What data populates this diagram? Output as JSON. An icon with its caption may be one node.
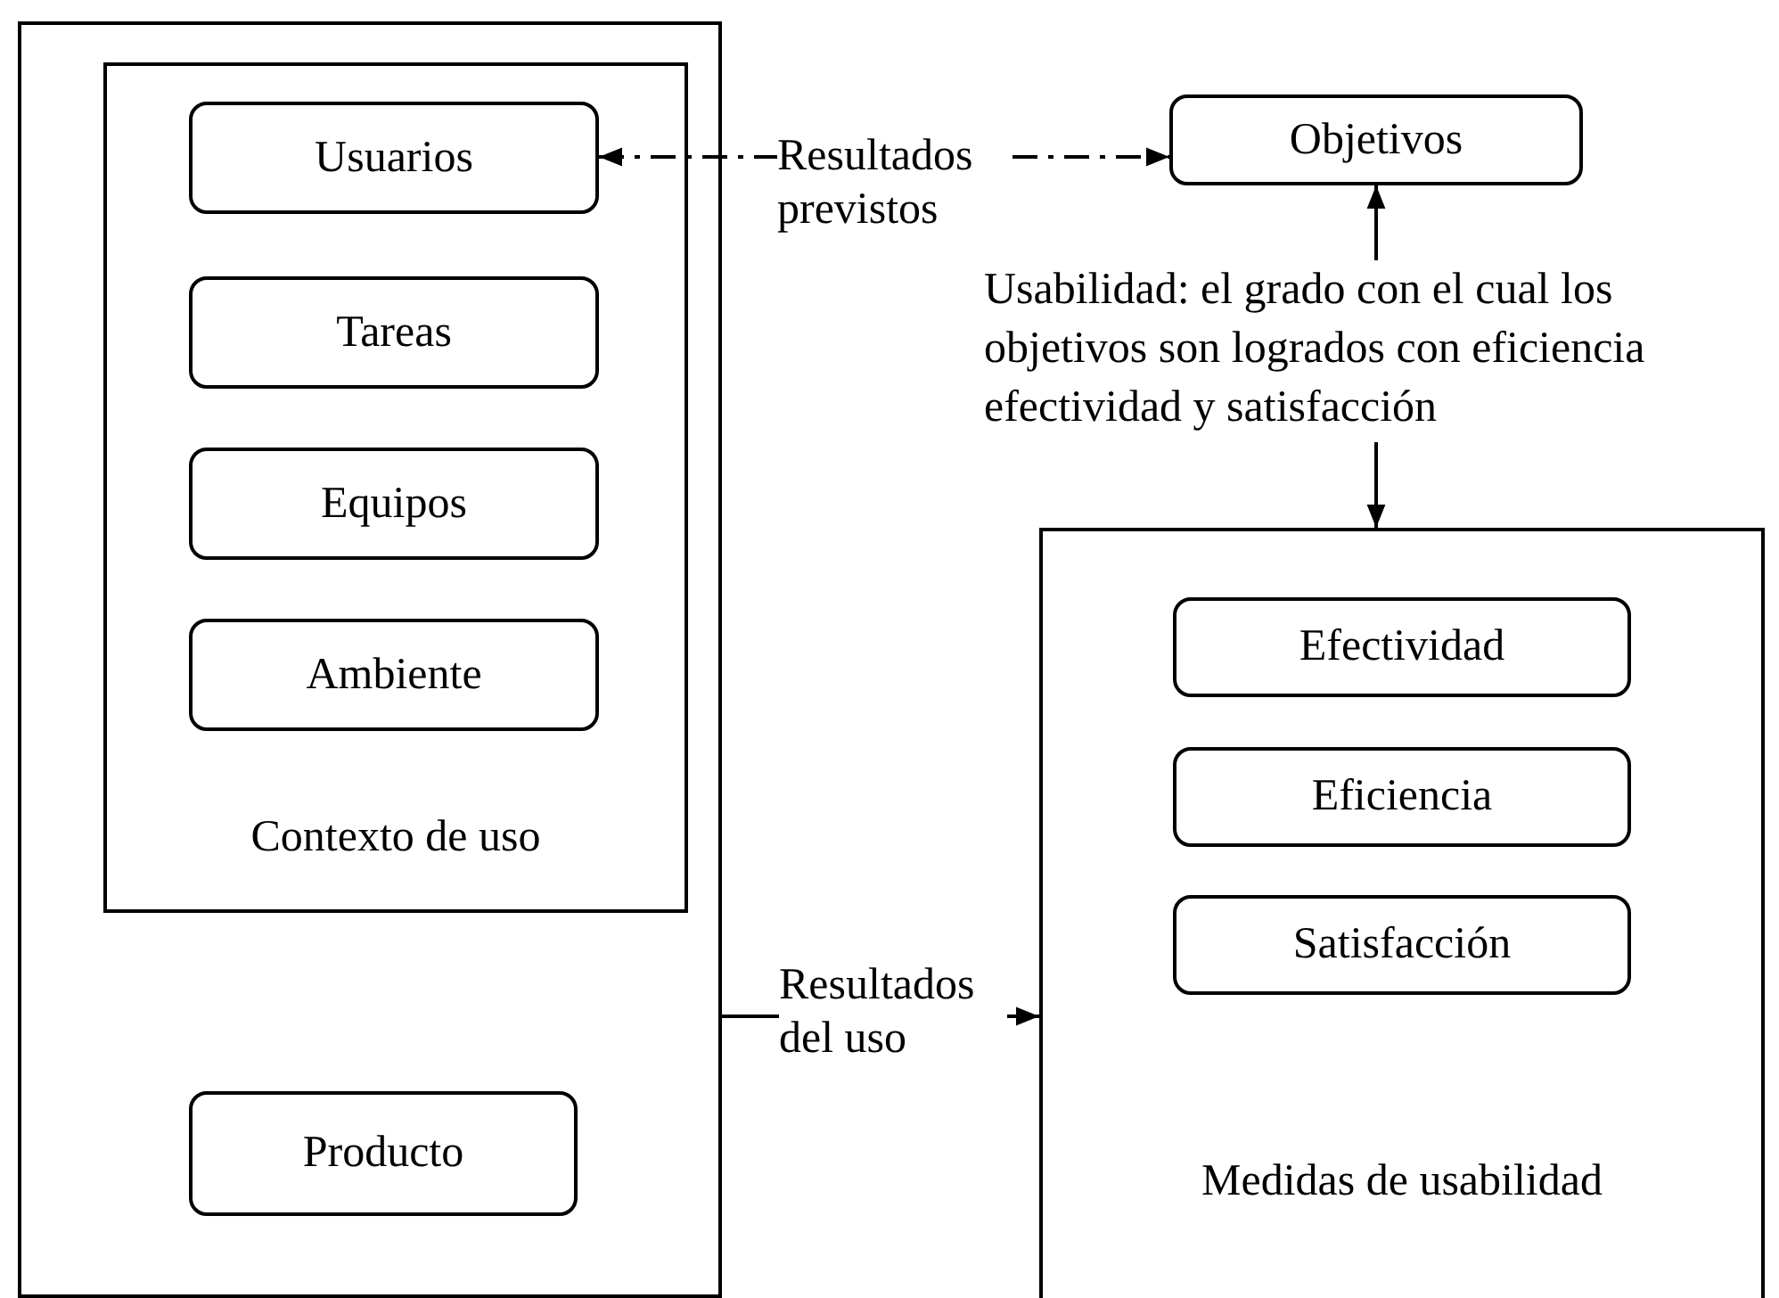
{
  "diagram": {
    "nodes": [
      {
        "text": [],
        "shape": "box"
      },
      {
        "text": [
          "Contexto de uso"
        ],
        "in": 0
      },
      {
        "text": [
          "Usuarios"
        ],
        "in": 1
      },
      {
        "text": [
          "Tareas"
        ],
        "in": 1
      },
      {
        "text": [
          "Equipos"
        ],
        "in": 1
      },
      {
        "text": [
          "Ambiente"
        ],
        "in": 1
      },
      {
        "text": [
          "Producto"
        ],
        "in": 0
      },
      {
        "text": [
          "Objetivos"
        ]
      },
      {
        "text": [
          "Usabilidad: el grado con el cual los objetivos son logrados con eficiencia efectividad y satisfacción"
        ]
      },
      {
        "text": [
          "Medidas de usabilidad"
        ]
      },
      {
        "text": [
          "Efectividad"
        ],
        "in": 9
      },
      {
        "text": [
          "Eficiencia"
        ],
        "in": 9
      },
      {
        "text": [
          "Satisfacción"
        ],
        "in": 9
      }
    ],
    "edges": [
      {
        "from": 2,
        "to": 7,
        "arrow": "both",
        "label": "Resultados previstos",
        "style": "dashed"
      },
      {
        "from": 8,
        "to": 7,
        "arrow": "to"
      },
      {
        "from": 8,
        "to": 9,
        "arrow": "to"
      },
      {
        "from": 0,
        "to": 9,
        "arrow": "to",
        "label": "Resultados del uso"
      }
    ]
  }
}
